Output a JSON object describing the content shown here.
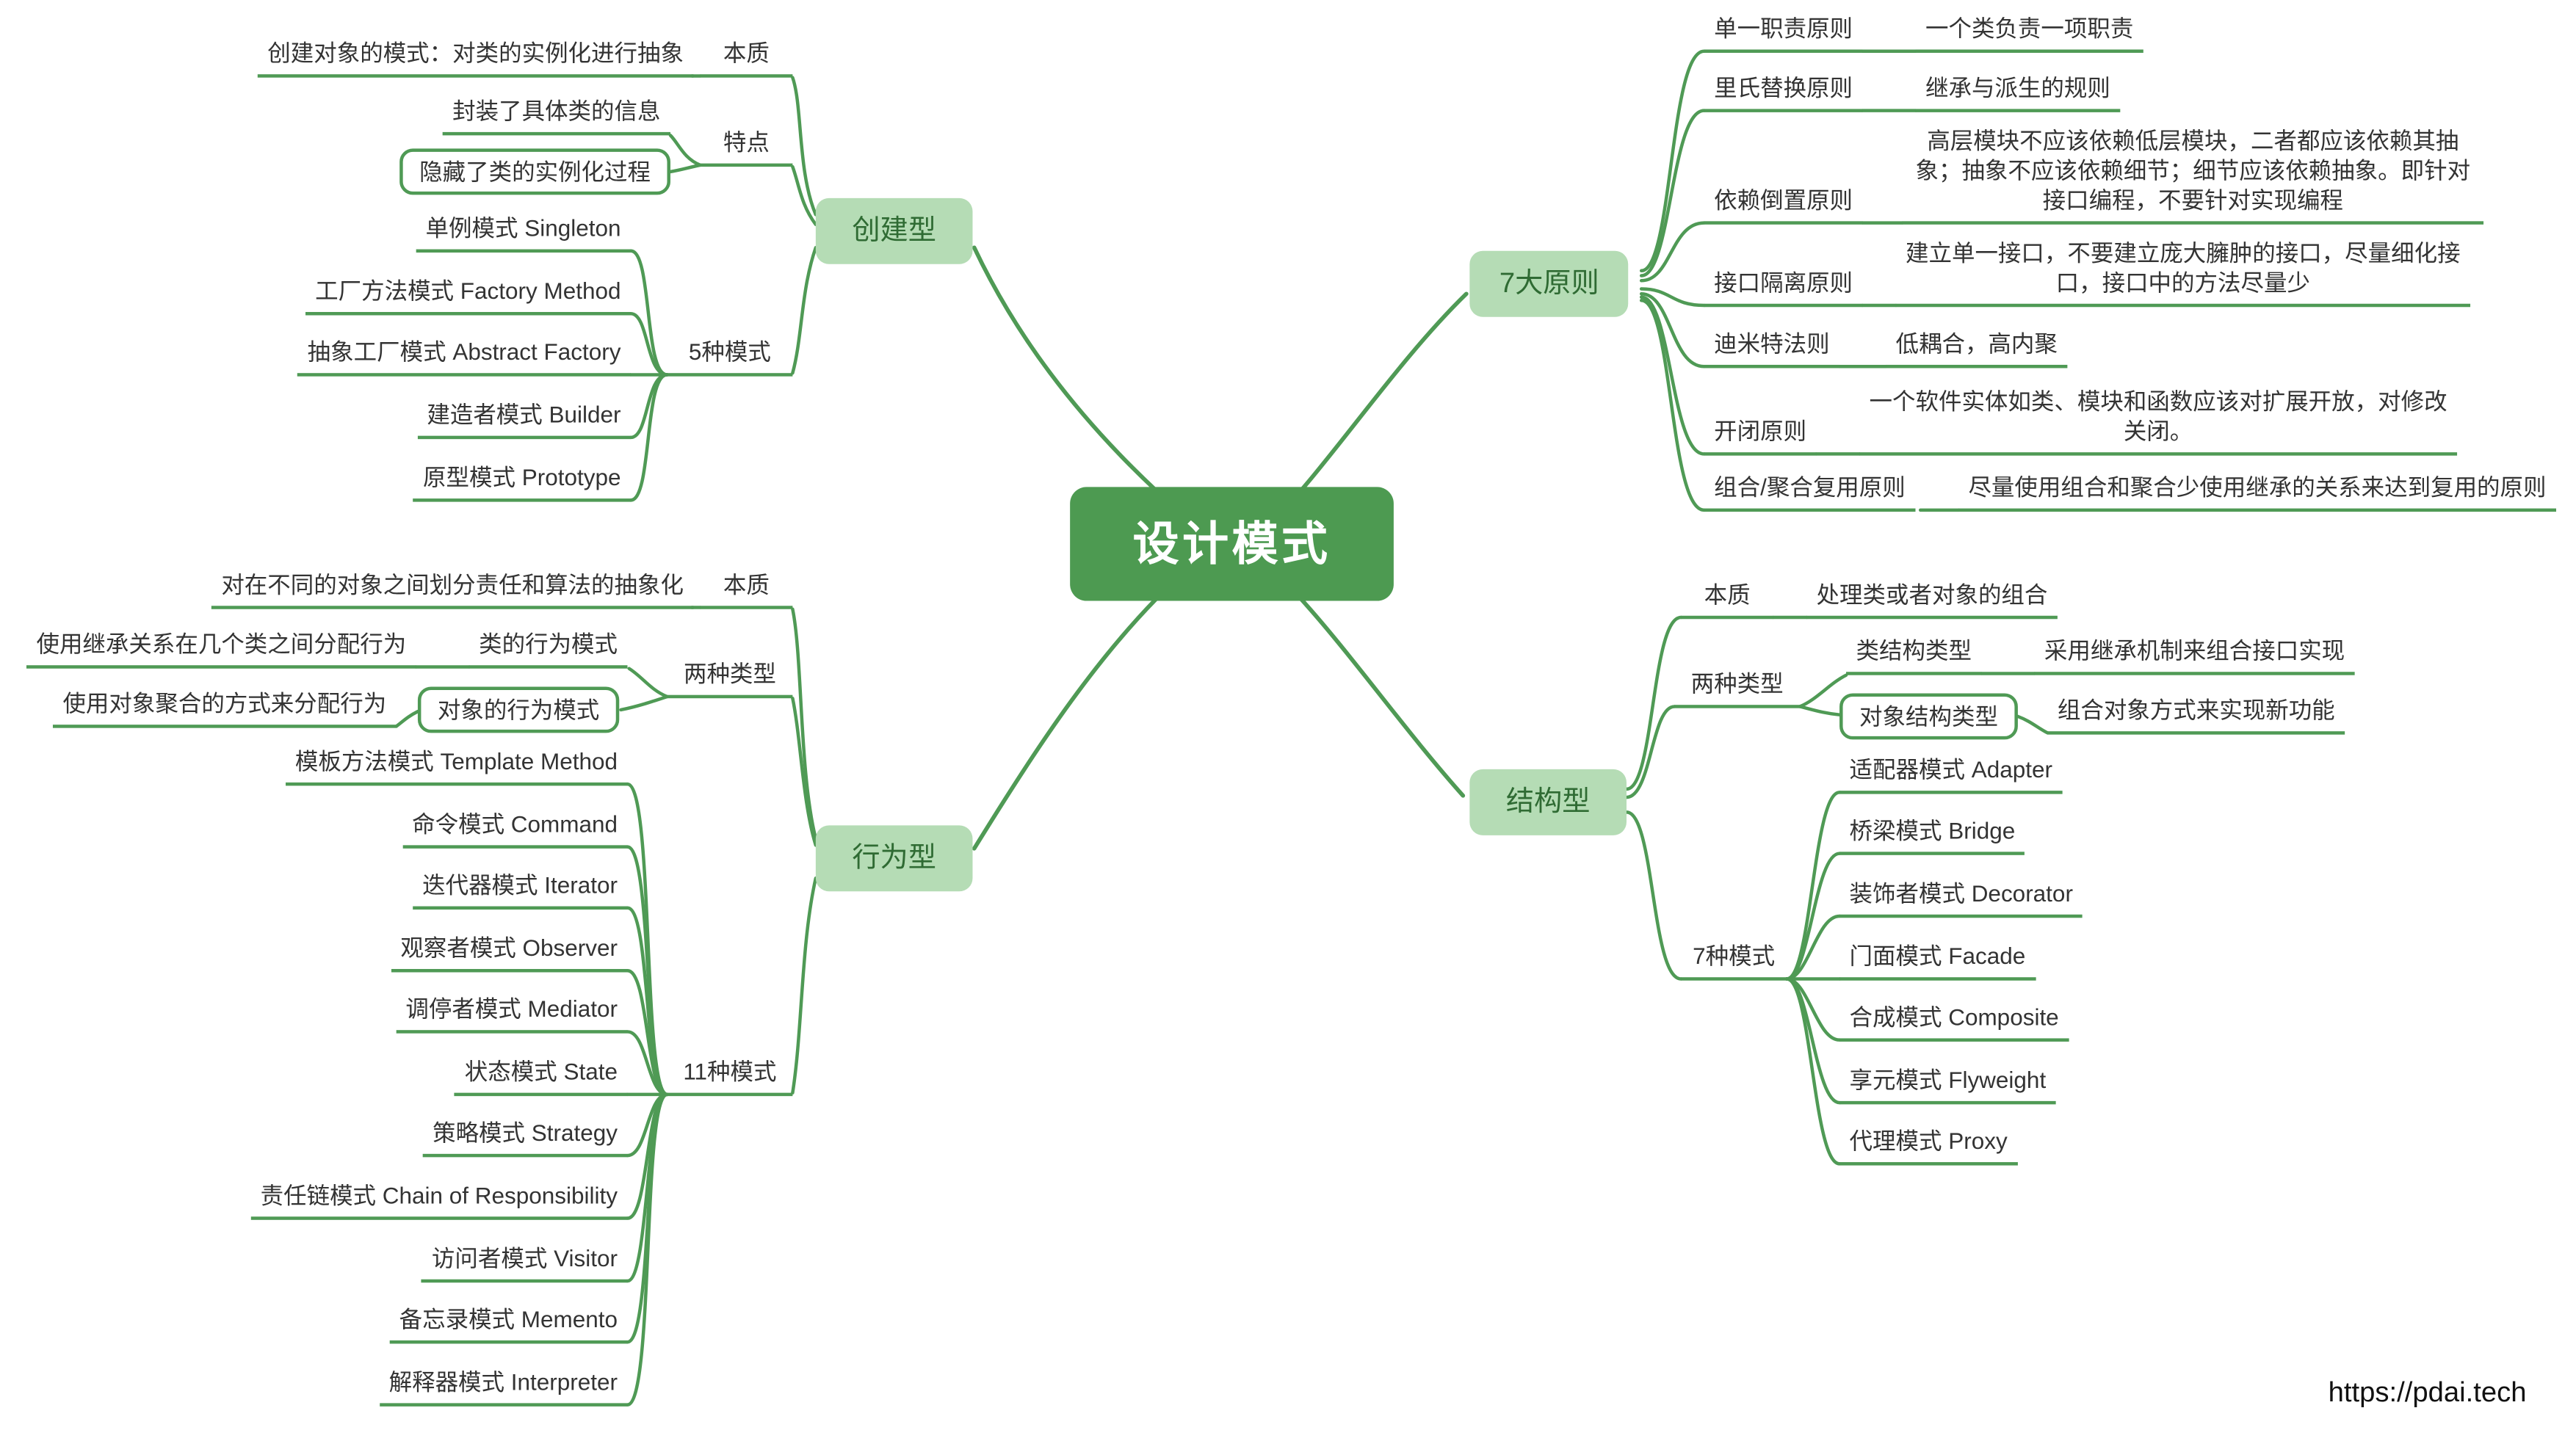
{
  "watermark": "https://pdai.tech",
  "root": {
    "label": "设计模式"
  },
  "creational": {
    "label": "创建型",
    "essence_label": "本质",
    "essence": "创建对象的模式：对类的实例化进行抽象",
    "features_label": "特点",
    "features": [
      "封装了具体类的信息",
      "隐藏了类的实例化过程"
    ],
    "patterns_label": "5种模式",
    "patterns": [
      "单例模式 Singleton",
      "工厂方法模式 Factory Method",
      "抽象工厂模式 Abstract Factory",
      "建造者模式 Builder",
      "原型模式 Prototype"
    ]
  },
  "principles": {
    "label": "7大原则",
    "items": [
      {
        "name": "单一职责原则",
        "desc": "一个类负责一项职责"
      },
      {
        "name": "里氏替换原则",
        "desc": "继承与派生的规则"
      },
      {
        "name": "依赖倒置原则",
        "desc": "高层模块不应该依赖低层模块，二者都应该依赖其抽象；抽象不应该依赖细节；细节应该依赖抽象。即针对接口编程，不要针对实现编程"
      },
      {
        "name": "接口隔离原则",
        "desc": "建立单一接口，不要建立庞大臃肿的接口，尽量细化接口，接口中的方法尽量少"
      },
      {
        "name": "迪米特法则",
        "desc": "低耦合，高内聚"
      },
      {
        "name": "开闭原则",
        "desc": "一个软件实体如类、模块和函数应该对扩展开放，对修改关闭。"
      },
      {
        "name": "组合/聚合复用原则",
        "desc": "尽量使用组合和聚合少使用继承的关系来达到复用的原则"
      }
    ]
  },
  "behavioral": {
    "label": "行为型",
    "essence_label": "本质",
    "essence": "对在不同的对象之间划分责任和算法的抽象化",
    "types_label": "两种类型",
    "types": [
      {
        "name": "类的行为模式",
        "desc": "使用继承关系在几个类之间分配行为"
      },
      {
        "name": "对象的行为模式",
        "desc": "使用对象聚合的方式来分配行为"
      }
    ],
    "patterns_label": "11种模式",
    "patterns": [
      "模板方法模式 Template Method",
      "命令模式 Command",
      "迭代器模式 Iterator",
      "观察者模式 Observer",
      "调停者模式 Mediator",
      "状态模式 State",
      "策略模式 Strategy",
      "责任链模式 Chain of Responsibility",
      "访问者模式 Visitor",
      "备忘录模式 Memento",
      "解释器模式 Interpreter"
    ]
  },
  "structural": {
    "label": "结构型",
    "essence_label": "本质",
    "essence": "处理类或者对象的组合",
    "types_label": "两种类型",
    "types": [
      {
        "name": "类结构类型",
        "desc": "采用继承机制来组合接口实现"
      },
      {
        "name": "对象结构类型",
        "desc": "组合对象方式来实现新功能"
      }
    ],
    "patterns_label": "7种模式",
    "patterns": [
      "适配器模式 Adapter",
      "桥梁模式 Bridge",
      "装饰者模式 Decorator",
      "门面模式 Facade",
      "合成模式 Composite",
      "享元模式 Flyweight",
      "代理模式 Proxy"
    ]
  },
  "colors": {
    "accent": "#4f9a55",
    "root_fill": "#4d9a51",
    "root_text": "#ffffff",
    "topic_fill": "#b5dcb5",
    "topic_text": "#2f6b33",
    "text": "#333333"
  }
}
